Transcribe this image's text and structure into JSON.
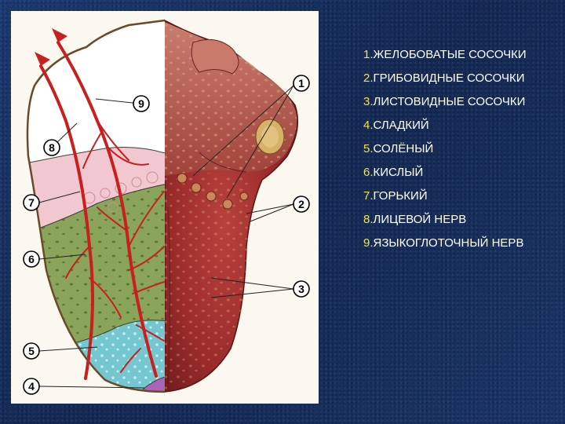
{
  "legend": {
    "items": [
      {
        "num": "1.",
        "text": "ЖЕЛОБОВАТЫЕ СОСОЧКИ"
      },
      {
        "num": "2.",
        "text": "ГРИБОВИДНЫЕ СОСОЧКИ"
      },
      {
        "num": "3.",
        "text": "ЛИСТОВИДНЫЕ СОСОЧКИ"
      },
      {
        "num": "4.",
        "text": "СЛАДКИЙ"
      },
      {
        "num": "5.",
        "text": "СОЛЁНЫЙ"
      },
      {
        "num": "6.",
        "text": "КИСЛЫЙ"
      },
      {
        "num": "7.",
        "text": "ГОРЬКИЙ"
      },
      {
        "num": "8.",
        "text": "ЛИЦЕВОЙ НЕРВ"
      },
      {
        "num": "9.",
        "text": "ЯЗЫКОГЛОТОЧНЫЙ НЕРВ"
      }
    ]
  },
  "diagram": {
    "callouts": [
      "1",
      "2",
      "3",
      "4",
      "5",
      "6",
      "7",
      "8",
      "9"
    ],
    "zone_colors": {
      "bitter": "#f2c8d0",
      "sour": "#8aa55a",
      "salty": "#74c6cf",
      "sweet": "#a864b6",
      "tongue_surface": "#a02f2f",
      "nerve": "#c81f1f"
    }
  }
}
